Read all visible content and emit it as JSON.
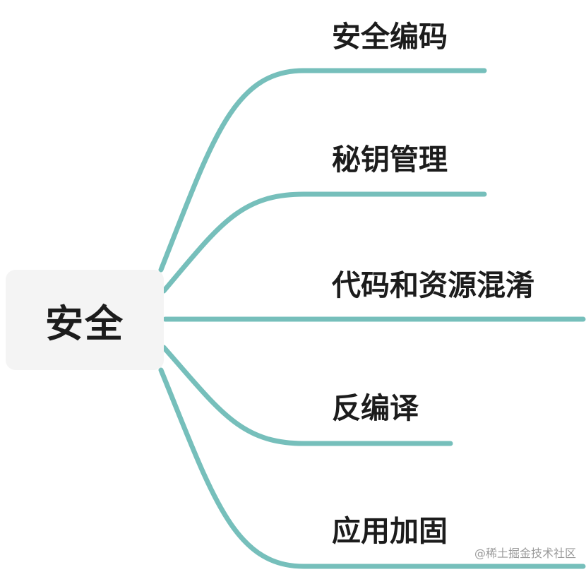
{
  "root": {
    "label": "安全"
  },
  "branches": [
    {
      "label": "安全编码"
    },
    {
      "label": "秘钥管理"
    },
    {
      "label": "代码和资源混淆"
    },
    {
      "label": "反编译"
    },
    {
      "label": "应用加固"
    }
  ],
  "watermark": "@稀土掘金技术社区",
  "colors": {
    "connector": "#76bfbb",
    "root_bg": "#f4f4f4",
    "text": "#1c1c1c"
  }
}
